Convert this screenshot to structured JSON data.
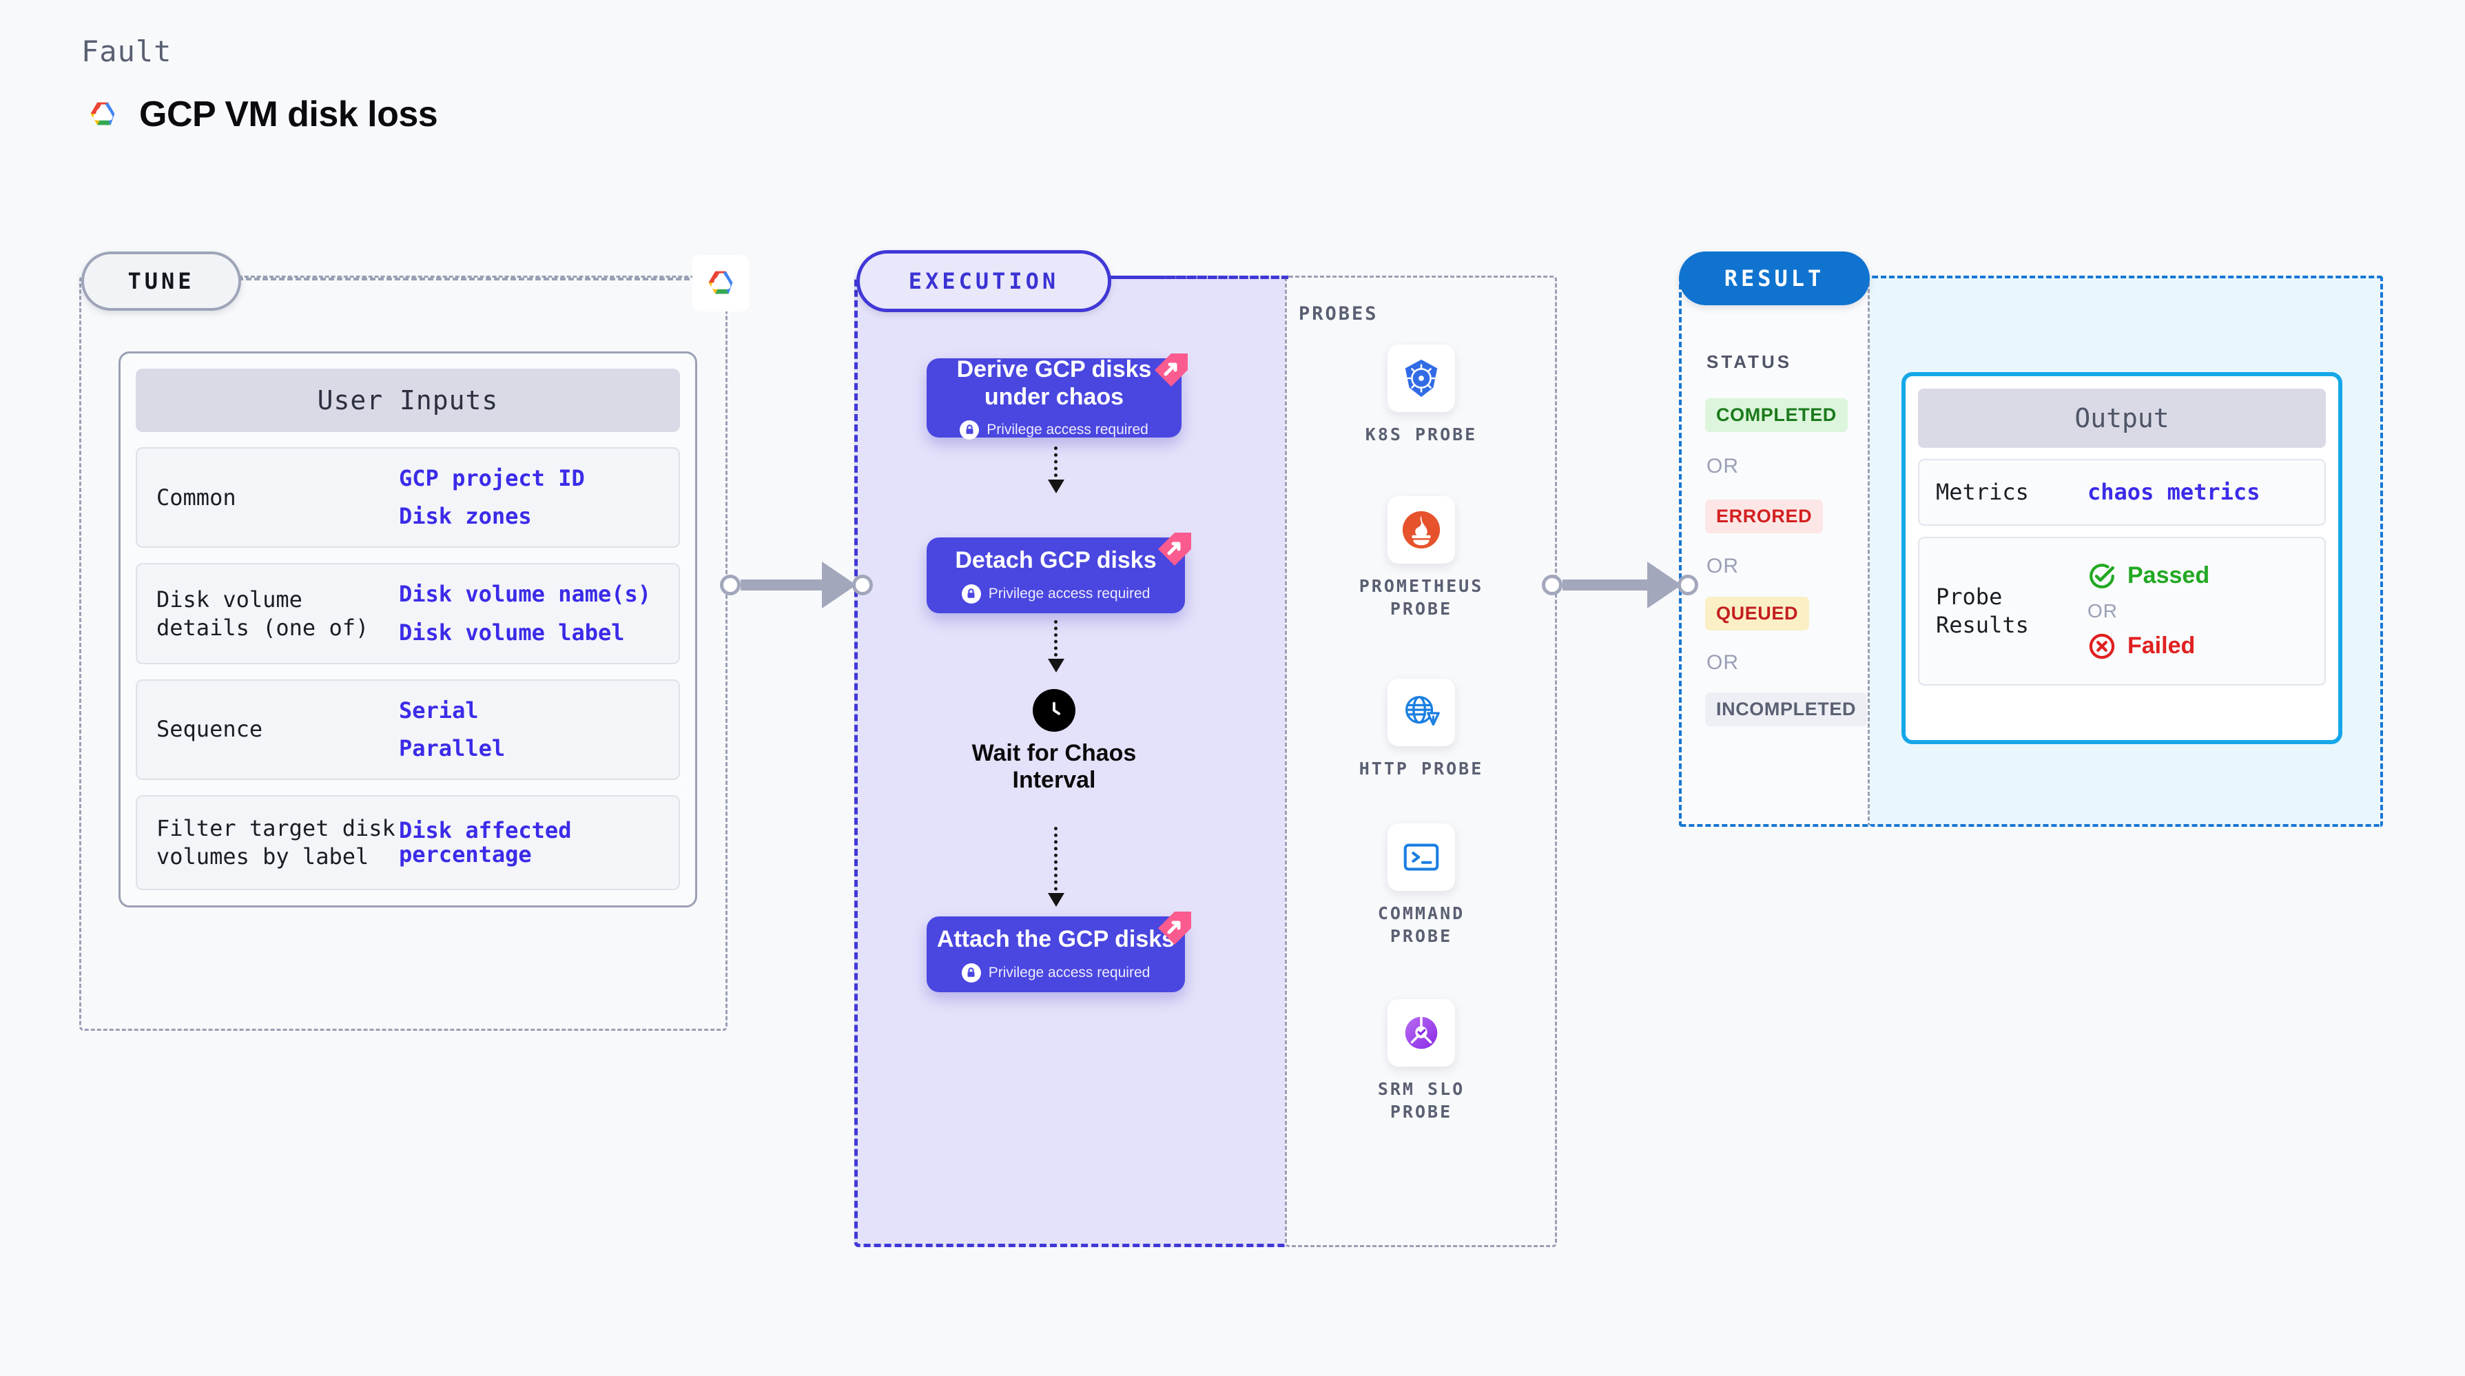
{
  "header": {
    "eyebrow": "Fault",
    "title": "GCP VM disk loss",
    "logo_icon": "gcp-logo-icon"
  },
  "tune": {
    "pill_label": "TUNE",
    "provider_badge_icon": "gcp-logo-icon",
    "card_title": "User Inputs",
    "rows": [
      {
        "label": "Common",
        "values": [
          "GCP project ID",
          "Disk zones"
        ]
      },
      {
        "label": "Disk volume details (one of)",
        "values": [
          "Disk volume name(s)",
          "Disk volume label"
        ]
      },
      {
        "label": "Sequence",
        "values": [
          "Serial",
          "Parallel"
        ]
      },
      {
        "label": "Filter target disk volumes by label",
        "values": [
          "Disk affected percentage"
        ]
      }
    ]
  },
  "execution": {
    "pill_label": "EXECUTION",
    "privilege_text": "Privilege access required",
    "nodes": [
      {
        "title": "Derive GCP disks under chaos",
        "privilege": true,
        "badge_icon": "litmus-corner-icon"
      },
      {
        "title": "Detach GCP disks",
        "privilege": true,
        "badge_icon": "litmus-corner-icon"
      },
      {
        "title": "Attach the GCP disks",
        "privilege": true,
        "badge_icon": "litmus-corner-icon"
      }
    ],
    "wait_node": {
      "label": "Wait for Chaos Interval",
      "icon": "clock-icon"
    }
  },
  "probes": {
    "section_label": "PROBES",
    "items": [
      {
        "label": "K8S PROBE",
        "icon": "kubernetes-icon"
      },
      {
        "label": "PROMETHEUS PROBE",
        "icon": "prometheus-icon"
      },
      {
        "label": "HTTP PROBE",
        "icon": "http-globe-warning-icon"
      },
      {
        "label": "COMMAND PROBE",
        "icon": "terminal-icon"
      },
      {
        "label": "SRM SLO PROBE",
        "icon": "srm-slo-icon"
      }
    ]
  },
  "result": {
    "pill_label": "RESULT",
    "status_label": "STATUS",
    "or_label": "OR",
    "statuses": [
      {
        "label": "COMPLETED",
        "fg": "#1B7A1B",
        "bg": "#DDF5DC"
      },
      {
        "label": "ERRORED",
        "fg": "#D32020",
        "bg": "#FCE7E6"
      },
      {
        "label": "QUEUED",
        "fg": "#C21F1F",
        "bg": "#FBEFC6"
      },
      {
        "label": "INCOMPLETED",
        "fg": "#5a6072",
        "bg": "#EEEFF5"
      }
    ],
    "output": {
      "title": "Output",
      "metrics_label": "Metrics",
      "metrics_value": "chaos metrics",
      "probe_results_label": "Probe Results",
      "passed_label": "Passed",
      "failed_label": "Failed",
      "or_label": "OR",
      "passed_icon": "check-circle-icon",
      "failed_icon": "x-circle-icon"
    }
  },
  "colors": {
    "execution_node": "#4A46E0",
    "execution_panel": "#E4E2FA",
    "execution_border": "#4038D6",
    "result_accent": "#0F73CF",
    "output_border": "#16A7E8",
    "link_text": "#3B2BE8",
    "passed": "#22A822",
    "failed": "#E02020"
  }
}
